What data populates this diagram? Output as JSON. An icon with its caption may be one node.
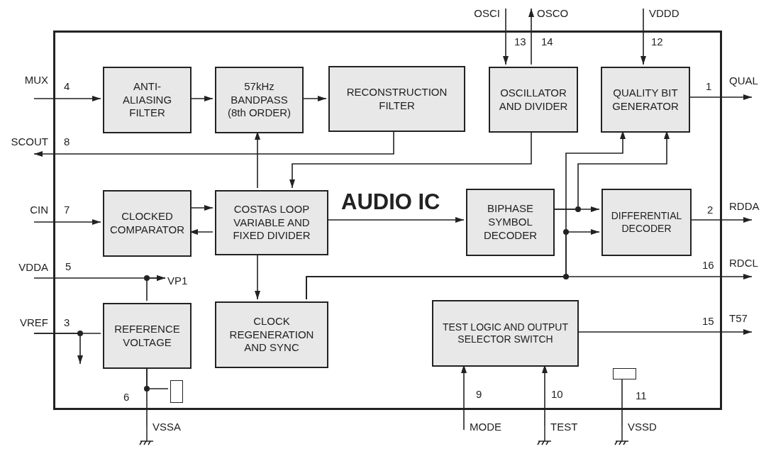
{
  "diagram": {
    "nodes": [
      {
        "text": [
          "AUDIO IC"
        ]
      },
      {
        "text": [
          "ANTI- ALIASING FILTER"
        ],
        "in": 0
      },
      {
        "text": [
          "57kHz BANDPASS (8th ORDER)"
        ],
        "in": 0
      },
      {
        "text": [
          "RECONSTRUCTION FILTER"
        ],
        "in": 0
      },
      {
        "text": [
          "OSCILLATOR AND DIVIDER"
        ],
        "in": 0
      },
      {
        "text": [
          "QUALITY BIT GENERATOR"
        ],
        "in": 0
      },
      {
        "text": [
          "CLOCKED COMPARATOR"
        ],
        "in": 0
      },
      {
        "text": [
          "COSTAS LOOP VARIABLE AND FIXED DIVIDER"
        ],
        "in": 0
      },
      {
        "text": [
          "BIPHASE SYMBOL DECODER"
        ],
        "in": 0
      },
      {
        "text": [
          "DIFFERENTIAL DECODER"
        ],
        "in": 0
      },
      {
        "text": [
          "REFERENCE VOLTAGE"
        ],
        "in": 0
      },
      {
        "text": [
          "CLOCK REGENERATION AND SYNC"
        ],
        "in": 0
      },
      {
        "text": [
          "TEST LOGIC AND OUTPUT SELECTOR SWITCH"
        ],
        "in": 0
      },
      {
        "text": [
          "MUX"
        ],
        "beside": [
          "4"
        ]
      },
      {
        "text": [
          "SCOUT"
        ],
        "beside": [
          "8"
        ]
      },
      {
        "text": [
          "CIN"
        ],
        "beside": [
          "7"
        ]
      },
      {
        "text": [
          "VDDA"
        ],
        "beside": [
          "5"
        ]
      },
      {
        "text": [
          "VREF"
        ],
        "beside": [
          "3"
        ]
      },
      {
        "text": [
          "VSSA"
        ],
        "beside": [
          "6"
        ]
      },
      {
        "text": [
          "OSCI"
        ],
        "beside": [
          "13"
        ]
      },
      {
        "text": [
          "OSCO"
        ],
        "beside": [
          "14"
        ]
      },
      {
        "text": [
          "VDDD"
        ],
        "beside": [
          "12"
        ]
      },
      {
        "text": [
          "QUAL"
        ],
        "beside": [
          "1"
        ]
      },
      {
        "text": [
          "RDDA"
        ],
        "beside": [
          "2"
        ]
      },
      {
        "text": [
          "RDCL"
        ],
        "beside": [
          "16"
        ]
      },
      {
        "text": [
          "T57"
        ],
        "beside": [
          "15"
        ]
      },
      {
        "text": [
          "MODE"
        ],
        "beside": [
          "9"
        ]
      },
      {
        "text": [
          "TEST"
        ],
        "beside": [
          "10"
        ]
      },
      {
        "text": [
          "VSSD"
        ]
      },
      {
        "text": [
          "VP1"
        ],
        "in": 0
      },
      {
        "text": [],
        "shape": "box",
        "in": 0
      },
      {
        "text": [],
        "shape": "box",
        "in": 0
      }
    ],
    "edges": [
      {
        "from": 13,
        "to": 1,
        "arrow": "to"
      },
      {
        "from": 1,
        "to": 2,
        "arrow": "to"
      },
      {
        "from": 2,
        "to": 3,
        "arrow": "to"
      },
      {
        "from": 3,
        "to": 14,
        "arrow": "to"
      },
      {
        "from": 7,
        "to": 2,
        "arrow": "to"
      },
      {
        "from": 4,
        "to": 7,
        "arrow": "to"
      },
      {
        "from": 15,
        "to": 6,
        "arrow": "to"
      },
      {
        "from": 6,
        "to": 7,
        "arrow": "to"
      },
      {
        "from": 7,
        "to": 6,
        "arrow": "to"
      },
      {
        "from": 7,
        "to": 8,
        "arrow": "to"
      },
      {
        "from": 8,
        "to": 9,
        "arrow": "to"
      },
      {
        "from": 8,
        "to": 5,
        "arrow": "to"
      },
      {
        "from": 11,
        "to": 24,
        "arrow": "to"
      },
      {
        "from": 11,
        "to": 9,
        "arrow": "to"
      },
      {
        "from": 11,
        "to": 5,
        "arrow": "to"
      },
      {
        "from": 7,
        "to": 11,
        "arrow": "to"
      },
      {
        "from": 16,
        "to": 29,
        "arrow": "to"
      },
      {
        "from": 10,
        "to": 29,
        "arrow": "to"
      },
      {
        "from": 17,
        "to": 10,
        "arrow": "none"
      },
      {
        "from": 17,
        "to": null,
        "arrow": "to"
      },
      {
        "from": 10,
        "to": 18,
        "arrow": "none"
      },
      {
        "from": 10,
        "to": 30,
        "arrow": "none"
      },
      {
        "from": 19,
        "to": 4,
        "arrow": "to"
      },
      {
        "from": 4,
        "to": 20,
        "arrow": "to"
      },
      {
        "from": 21,
        "to": 5,
        "arrow": "to"
      },
      {
        "from": 5,
        "to": 22,
        "arrow": "to"
      },
      {
        "from": 9,
        "to": 23,
        "arrow": "to"
      },
      {
        "from": 12,
        "to": 25,
        "arrow": "to"
      },
      {
        "from": 26,
        "to": 12,
        "arrow": "to"
      },
      {
        "from": 27,
        "to": 12,
        "arrow": "to"
      },
      {
        "from": 28,
        "to": 31,
        "arrow": "none"
      }
    ],
    "labels": [
      "11"
    ]
  }
}
